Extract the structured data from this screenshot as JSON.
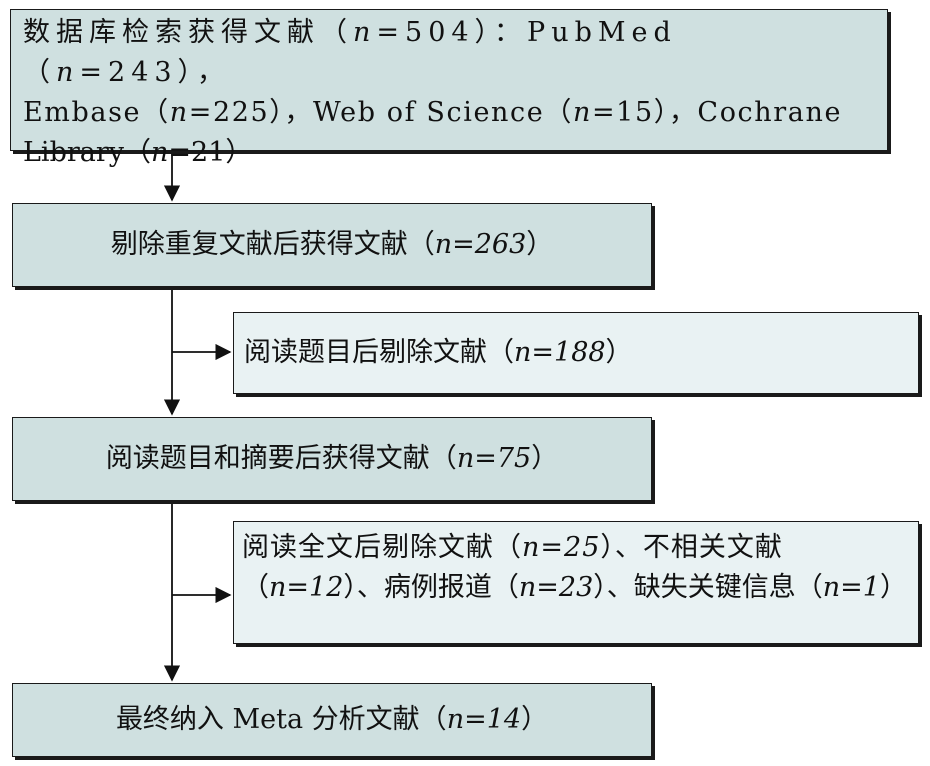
{
  "search": {
    "line1": [
      "数",
      "据",
      "库",
      "检",
      "索",
      "获",
      "得",
      "文",
      "献（n=504）：PubMed（n=243），"
    ],
    "line1_text": "数据库检索获得文献（n=504）：PubMed（n=243），",
    "line2_text": "Embase（n=225），Web of Science（n=15），Cochrane",
    "line3_text": "Library（n=21）",
    "total": 504,
    "sources": [
      {
        "name": "PubMed",
        "n": 243
      },
      {
        "name": "Embase",
        "n": 225
      },
      {
        "name": "Web of Science",
        "n": 15
      },
      {
        "name": "Cochrane Library",
        "n": 21
      }
    ]
  },
  "dedup": {
    "label": "剔除重复文献后获得文献（",
    "n": "n=263",
    "close": "）"
  },
  "excl_title": {
    "label": "阅读题目后剔除文献（",
    "n": "n=188",
    "close": "）"
  },
  "abstract": {
    "label": "阅读题目和摘要后获得文献（",
    "n": "n=75",
    "close": "）"
  },
  "excl_full": {
    "line1_a": "阅读全文后剔除文献（",
    "line1_n": "n=25",
    "line1_b": "）、不相关文献",
    "line2_a": "（",
    "line2_n1": "n=12",
    "line2_b": "）、病例报道（",
    "line2_n2": "n=23",
    "line2_c": "）、缺失关键信息（",
    "line2_n3": "n=1",
    "line2_d": "）"
  },
  "final": {
    "label": "最终纳入 Meta 分析文献（",
    "n": "n=14",
    "close": "）"
  },
  "colors": {
    "main_box": "#cfe0e0",
    "side_box": "#e9f2f3",
    "border": "#1a1a1a"
  }
}
